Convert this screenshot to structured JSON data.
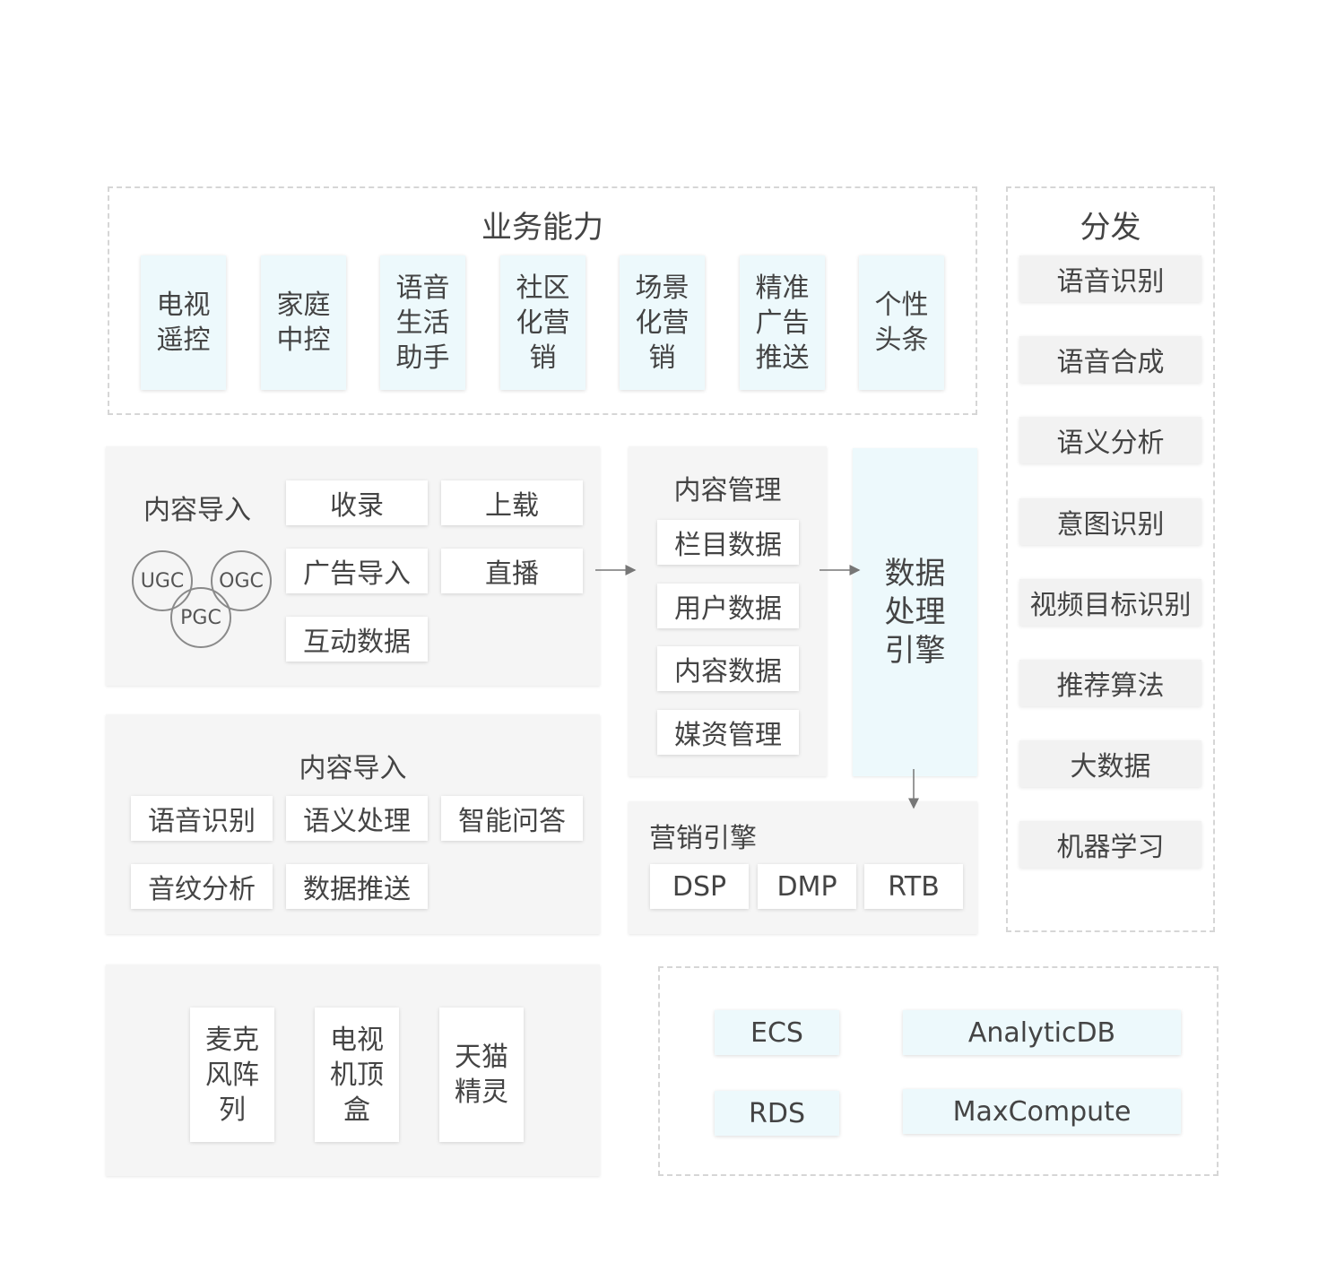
{
  "business": {
    "title": "业务能力",
    "items": [
      "电视\n遥控",
      "家庭\n中控",
      "语音\n生活\n助手",
      "社区\n化营\n销",
      "场景\n化营\n销",
      "精准\n广告\n推送",
      "个性\n头条"
    ]
  },
  "distribution": {
    "title": "分发",
    "items": [
      "语音识别",
      "语音合成",
      "语义分析",
      "意图识别",
      "视频目标识别",
      "推荐算法",
      "大数据",
      "机器学习"
    ]
  },
  "content_import": {
    "title": "内容导入",
    "circles": [
      "UGC",
      "OGC",
      "PGC"
    ],
    "items": [
      "收录",
      "上载",
      "广告导入",
      "直播",
      "互动数据"
    ]
  },
  "content_import_2": {
    "title": "内容导入",
    "items": [
      "语音识别",
      "语义处理",
      "智能问答",
      "音纹分析",
      "数据推送"
    ]
  },
  "devices": {
    "items": [
      "麦克\n风阵\n列",
      "电视\n机顶\n盒",
      "天猫\n精灵"
    ]
  },
  "content_management": {
    "title": "内容管理",
    "items": [
      "栏目数据",
      "用户数据",
      "内容数据",
      "媒资管理"
    ]
  },
  "engine": {
    "label": "数据\n处理\n引擎"
  },
  "marketing": {
    "title": "营销引擎",
    "items": [
      "DSP",
      "DMP",
      "RTB"
    ]
  },
  "cloud": {
    "items": [
      "ECS",
      "AnalyticDB",
      "RDS",
      "MaxCompute"
    ]
  }
}
